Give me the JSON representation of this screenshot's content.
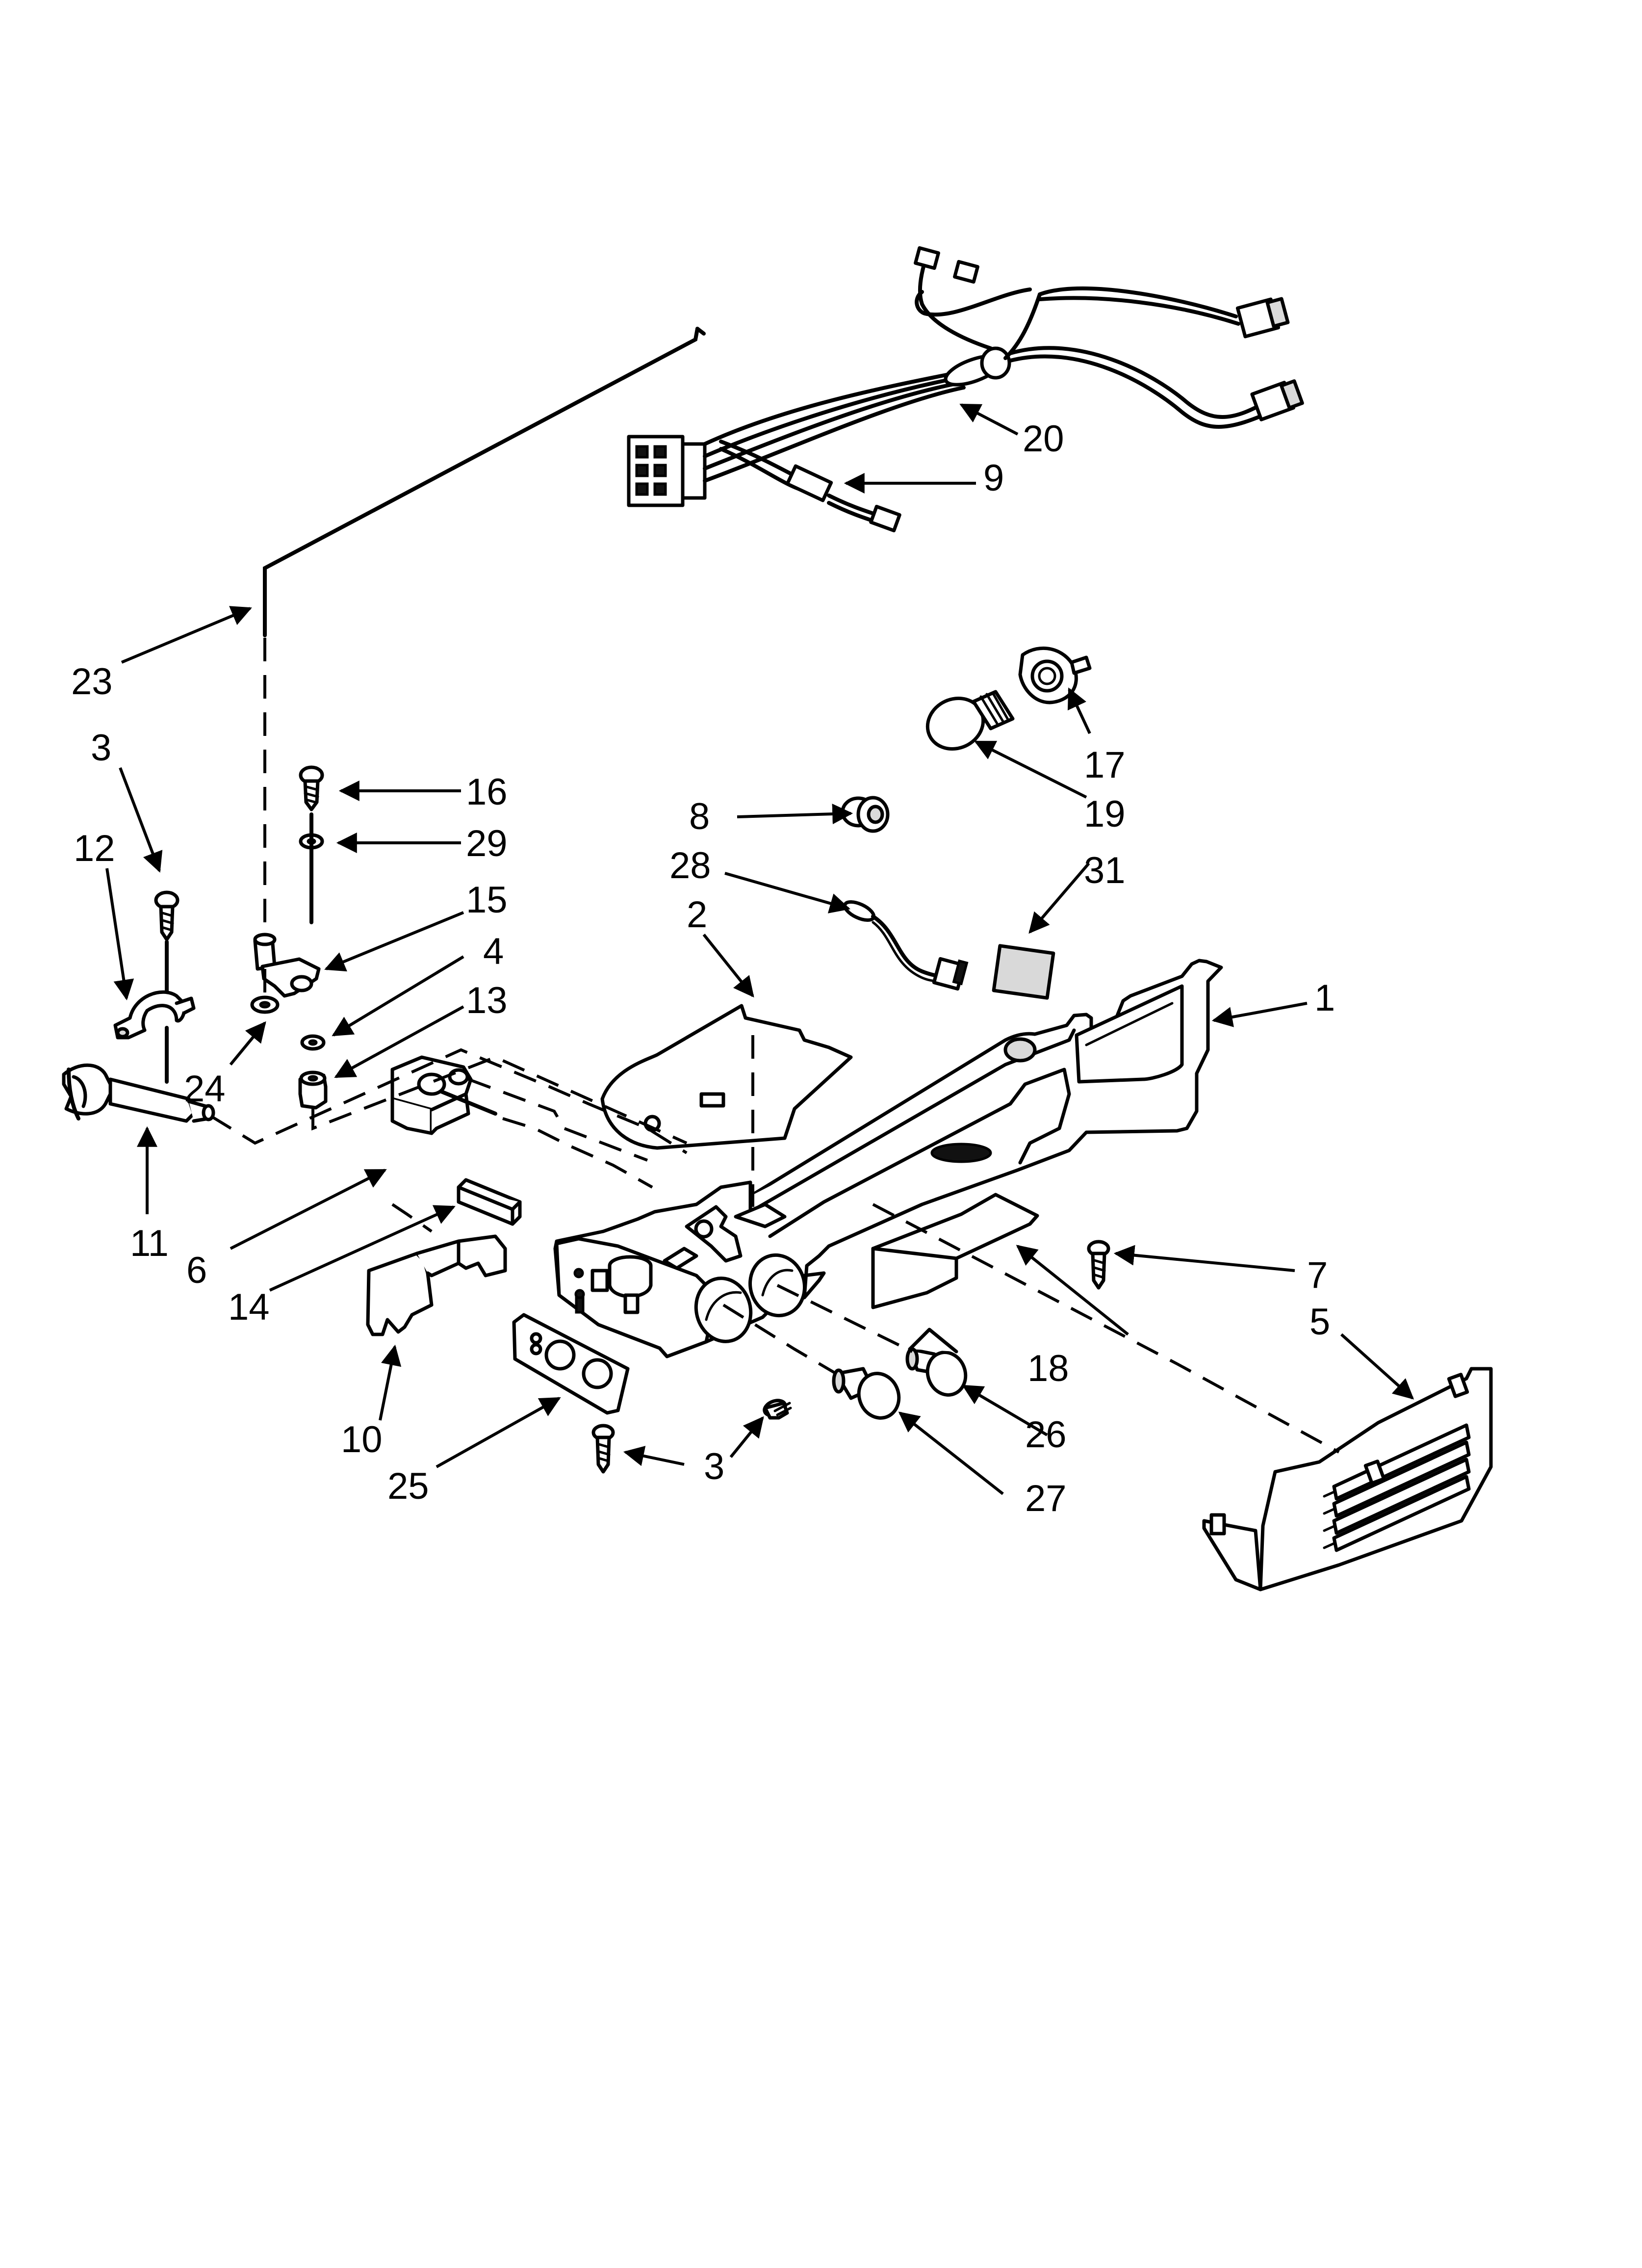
{
  "callouts": [
    {
      "id": "c1",
      "label": "1"
    },
    {
      "id": "c2",
      "label": "2"
    },
    {
      "id": "c3a",
      "label": "3"
    },
    {
      "id": "c3b",
      "label": "3"
    },
    {
      "id": "c4",
      "label": "4"
    },
    {
      "id": "c5",
      "label": "5"
    },
    {
      "id": "c6",
      "label": "6"
    },
    {
      "id": "c7",
      "label": "7"
    },
    {
      "id": "c8",
      "label": "8"
    },
    {
      "id": "c9",
      "label": "9"
    },
    {
      "id": "c10",
      "label": "10"
    },
    {
      "id": "c11",
      "label": "11"
    },
    {
      "id": "c12",
      "label": "12"
    },
    {
      "id": "c13",
      "label": "13"
    },
    {
      "id": "c14",
      "label": "14"
    },
    {
      "id": "c15",
      "label": "15"
    },
    {
      "id": "c16",
      "label": "16"
    },
    {
      "id": "c17",
      "label": "17"
    },
    {
      "id": "c18",
      "label": "18"
    },
    {
      "id": "c19",
      "label": "19"
    },
    {
      "id": "c20",
      "label": "20"
    },
    {
      "id": "c23",
      "label": "23"
    },
    {
      "id": "c24",
      "label": "24"
    },
    {
      "id": "c25",
      "label": "25"
    },
    {
      "id": "c26",
      "label": "26"
    },
    {
      "id": "c27",
      "label": "27"
    },
    {
      "id": "c28",
      "label": "28"
    },
    {
      "id": "c29",
      "label": "29"
    },
    {
      "id": "c31",
      "label": "31"
    }
  ]
}
